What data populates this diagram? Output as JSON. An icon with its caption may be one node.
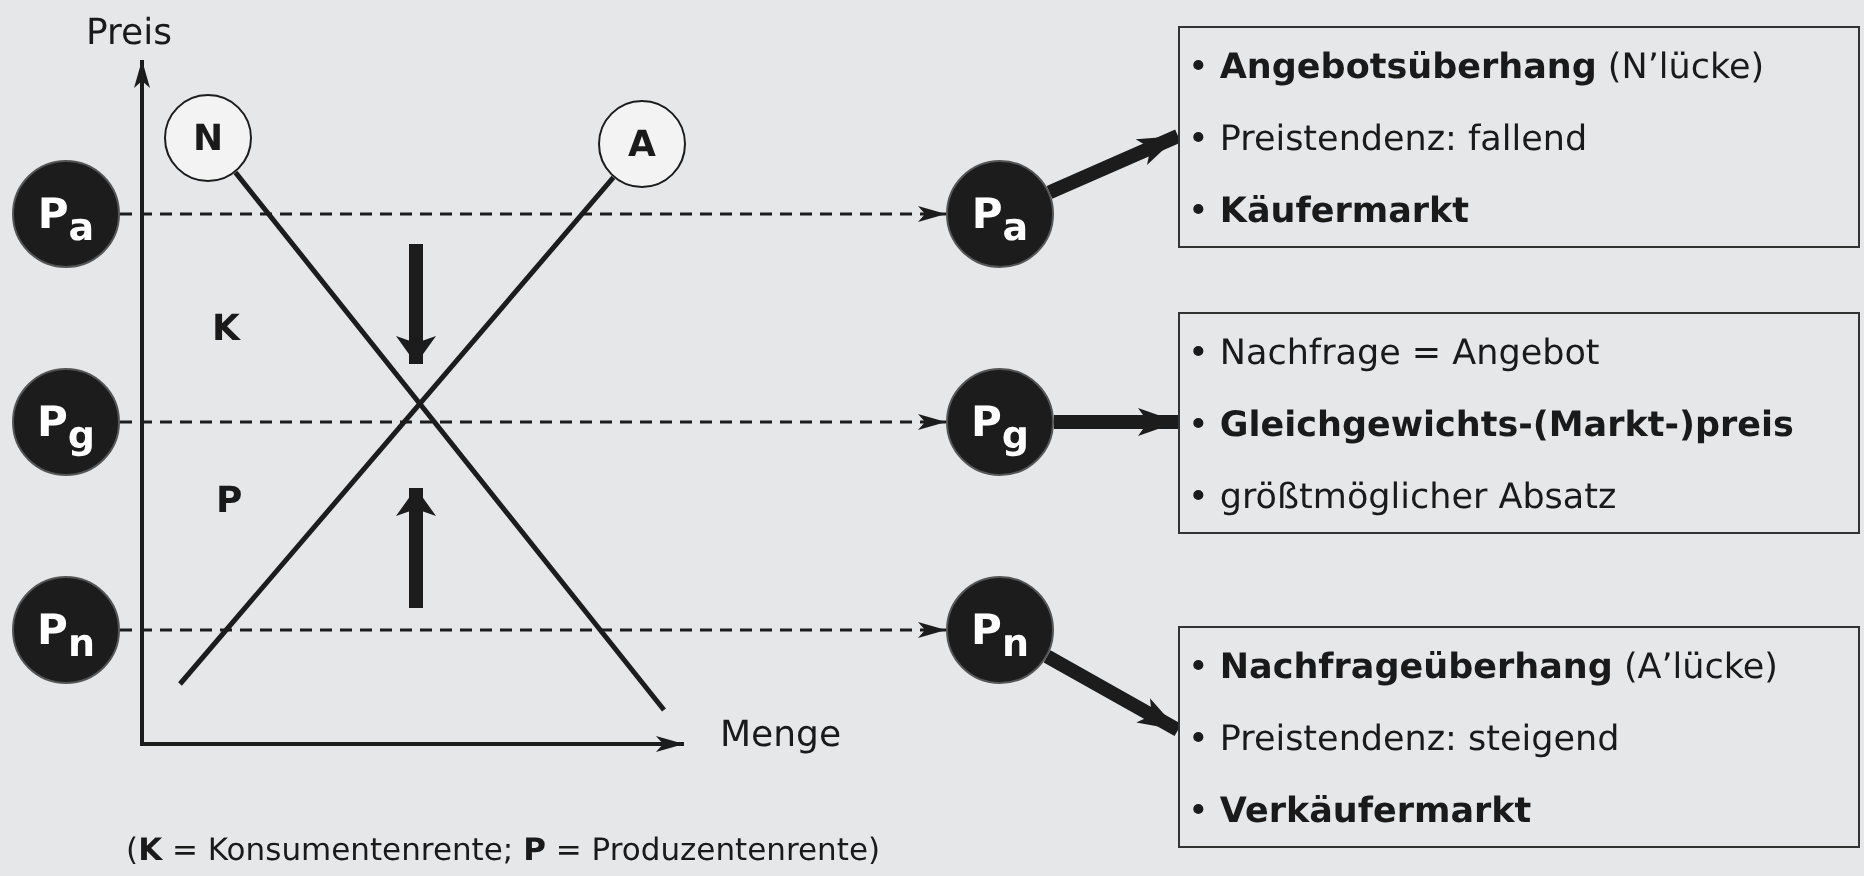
{
  "diagram": {
    "caption": "(**K** = Konsumentenrente; **P** = Produzentenrente)",
    "nodes": [
      {
        "text": [
          "P$_{a}$"
        ]
      },
      {
        "text": [
          "P$_{g}$"
        ]
      },
      {
        "text": [
          "P$_{n}$"
        ]
      },
      {
        "text": [
          "N"
        ]
      },
      {
        "text": [
          "A"
        ]
      },
      {
        "text": [
          "P$_{a}$"
        ]
      },
      {
        "text": [
          "P$_{g}$"
        ]
      },
      {
        "text": [
          "P$_{n}$"
        ]
      },
      {
        "text": [
          "• **Angebotsüberhang** (N’lücke)",
          "• Preistendenz: fallend",
          "• **Käufermarkt**"
        ]
      },
      {
        "text": [
          "• Nachfrage = Angebot",
          "• **Gleichgewichts-(Markt-)preis**",
          "• größtmöglicher Absatz"
        ]
      },
      {
        "text": [
          "• **Nachfrageüberhang** (A’lücke)",
          "• Preistendenz: steigend",
          "• **Verkäufermarkt**"
        ]
      }
    ],
    "edges": [
      {
        "from": 3,
        "to": null,
        "arrow": "none"
      },
      {
        "from": 4,
        "to": null,
        "arrow": "none"
      },
      {
        "from": 0,
        "to": 5,
        "arrow": "to",
        "style": "dashed"
      },
      {
        "from": 1,
        "to": 6,
        "arrow": "to",
        "style": "dashed"
      },
      {
        "from": 2,
        "to": 7,
        "arrow": "to",
        "style": "dashed"
      },
      {
        "from": 5,
        "to": 8,
        "arrow": "to",
        "style": "thick"
      },
      {
        "from": 6,
        "to": 9,
        "arrow": "to",
        "style": "thick"
      },
      {
        "from": 7,
        "to": 10,
        "arrow": "to",
        "style": "thick"
      }
    ],
    "labels": [
      "Preis",
      "K",
      "P",
      "Menge"
    ]
  }
}
